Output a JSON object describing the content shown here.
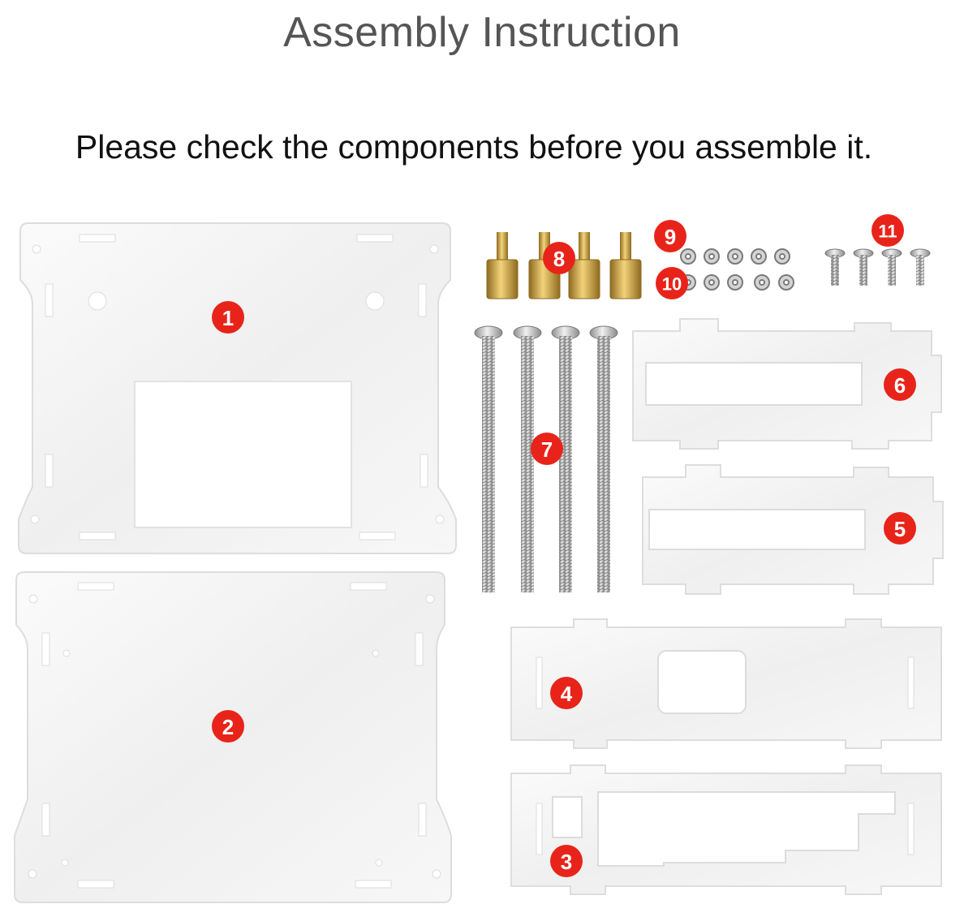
{
  "header": {
    "title": "Assembly Instruction",
    "subtitle": "Please check the components before you assemble it."
  },
  "components": [
    {
      "label": "1"
    },
    {
      "label": "2"
    },
    {
      "label": "3"
    },
    {
      "label": "4"
    },
    {
      "label": "5"
    },
    {
      "label": "6"
    },
    {
      "label": "7"
    },
    {
      "label": "8"
    },
    {
      "label": "9"
    },
    {
      "label": "10"
    },
    {
      "label": "11"
    }
  ],
  "colors": {
    "badge": "#e8241a",
    "acrylic": "#f4f4f4",
    "acrylic_edge": "#dcdcdc",
    "brass": "#c9a44a",
    "steel": "#b9b9b9"
  }
}
